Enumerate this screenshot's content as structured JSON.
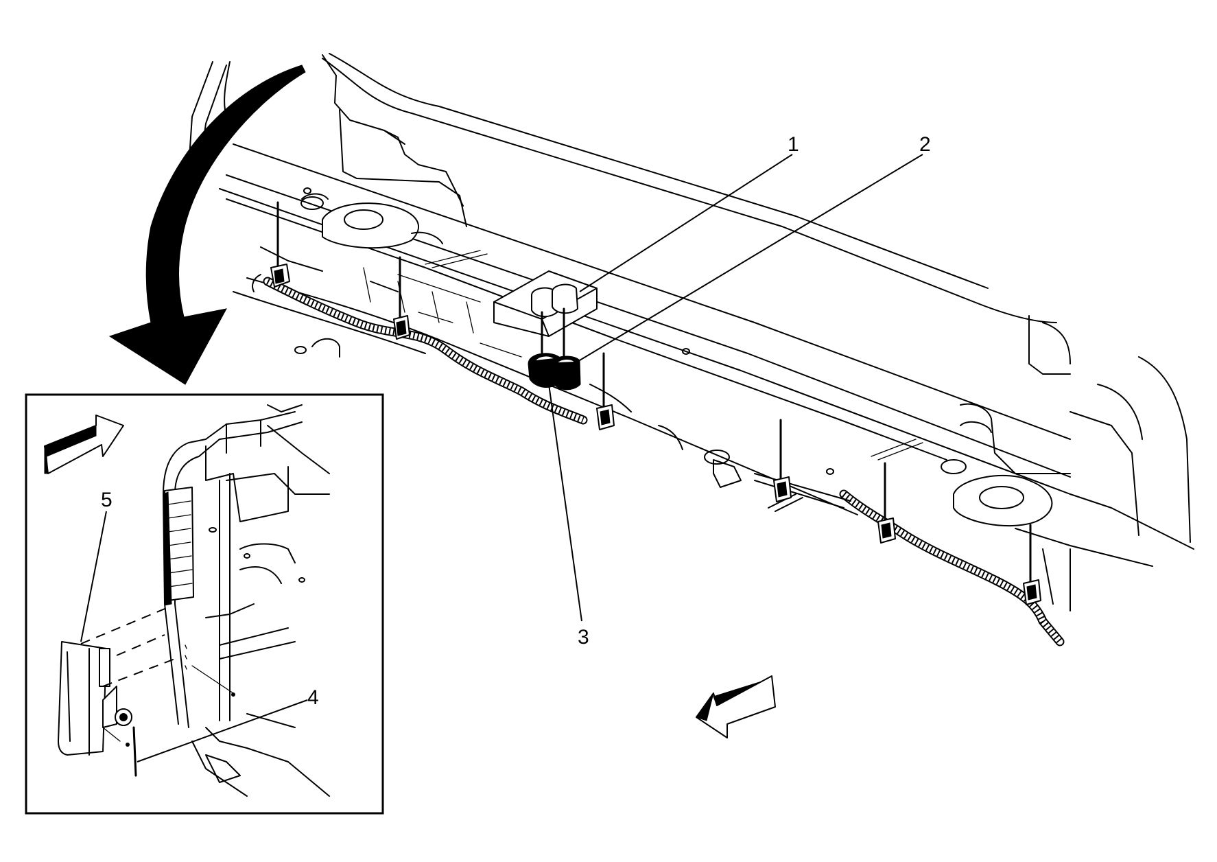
{
  "callouts": [
    {
      "id": "1",
      "label": "1"
    },
    {
      "id": "2",
      "label": "2"
    },
    {
      "id": "3",
      "label": "3"
    },
    {
      "id": "4",
      "label": "4"
    },
    {
      "id": "5",
      "label": "5"
    }
  ],
  "icons": {
    "rotation_arrow": "curved-arrow-icon",
    "forward_arrow_detail": "forward-arrow-icon",
    "forward_arrow_main": "forward-arrow-icon"
  }
}
